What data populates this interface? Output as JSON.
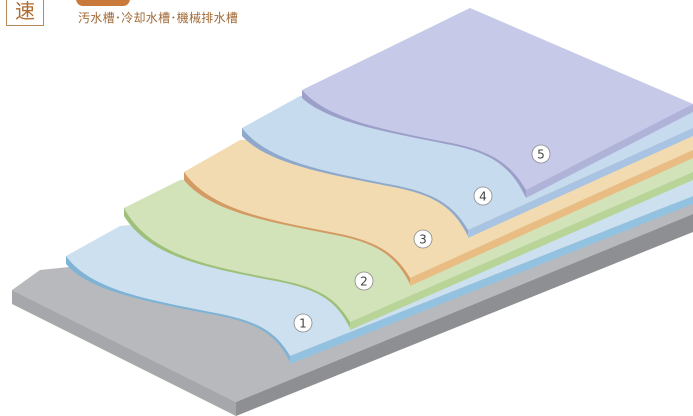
{
  "header": {
    "tag_char": "速",
    "subtitle": "汚水槽･冷却水槽･機械排水槽"
  },
  "layers": [
    {
      "number": "1",
      "top_color": "#cde0ef",
      "side_color": "#7eb3d6",
      "edge_color": "#93c2e0"
    },
    {
      "number": "2",
      "top_color": "#d3e3b9",
      "side_color": "#9fc07a",
      "edge_color": "#b8d497"
    },
    {
      "number": "3",
      "top_color": "#f2dbb0",
      "side_color": "#d49a64",
      "edge_color": "#e8bc82"
    },
    {
      "number": "4",
      "top_color": "#c6dbee",
      "side_color": "#8fa9cc",
      "edge_color": "#a9c3e3"
    },
    {
      "number": "5",
      "top_color": "#c6c9e8",
      "side_color": "#9c9fc8",
      "edge_color": "#b0b3d8"
    }
  ],
  "base": {
    "top_color": "#b8b9bc",
    "side_color": "#8e8f93",
    "front_color": "#a6a7aa"
  }
}
